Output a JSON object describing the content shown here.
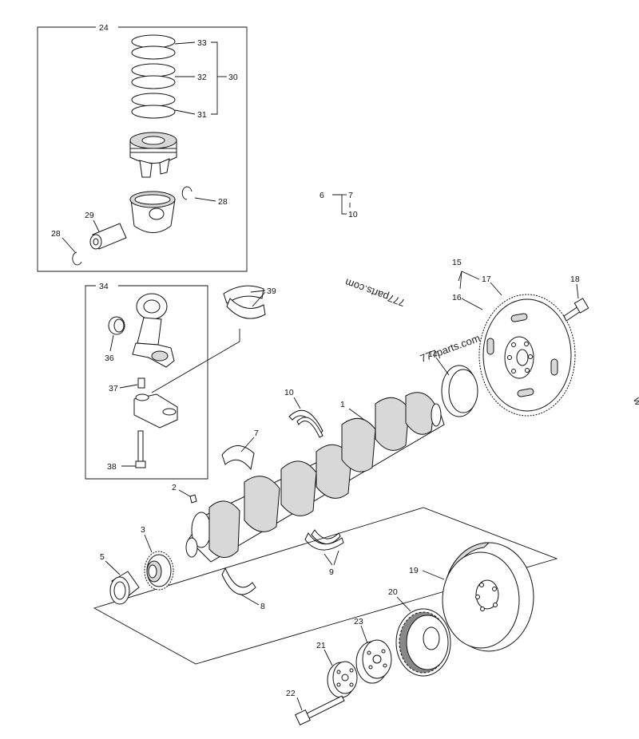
{
  "callouts": {
    "c1": "1",
    "c2": "2",
    "c3": "3",
    "c5": "5",
    "c6": "6",
    "c7a": "7",
    "c7b": "7",
    "c8": "8",
    "c9": "9",
    "c10a": "10",
    "c10b": "10",
    "c14": "14",
    "c15": "15",
    "c16": "16",
    "c17": "17",
    "c18": "18",
    "c19": "19",
    "c20": "20",
    "c21": "21",
    "c22": "22",
    "c23": "23",
    "c24": "24",
    "c28a": "28",
    "c28b": "28",
    "c29": "29",
    "c30": "30",
    "c31": "31",
    "c32": "32",
    "c33": "33",
    "c34": "34",
    "c36": "36",
    "c37": "37",
    "c38": "38",
    "c39": "39"
  },
  "watermarks": {
    "wm1": "777parts.com",
    "wm2": "777parts.com",
    "wm3": "w"
  }
}
